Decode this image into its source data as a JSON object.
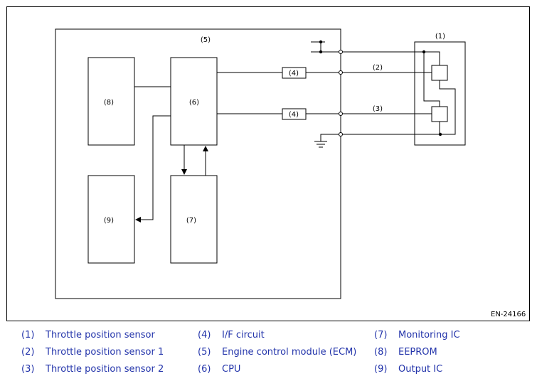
{
  "diagram": {
    "labels": {
      "sensor_block": "(1)",
      "ecm": "(5)",
      "cpu": "(6)",
      "eeprom": "(8)",
      "output_ic": "(9)",
      "monitoring_ic": "(7)",
      "if_circuit_1": "(4)",
      "if_circuit_2": "(4)",
      "signal_line_1": "(2)",
      "signal_line_2": "(3)"
    },
    "figure_code": "EN-24166"
  },
  "legend": [
    {
      "num": "(1)",
      "text": "Throttle position sensor"
    },
    {
      "num": "(2)",
      "text": "Throttle position sensor 1"
    },
    {
      "num": "(3)",
      "text": "Throttle position sensor 2"
    },
    {
      "num": "(4)",
      "text": "I/F circuit"
    },
    {
      "num": "(5)",
      "text": "Engine control module (ECM)"
    },
    {
      "num": "(6)",
      "text": "CPU"
    },
    {
      "num": "(7)",
      "text": "Monitoring IC"
    },
    {
      "num": "(8)",
      "text": "EEPROM"
    },
    {
      "num": "(9)",
      "text": "Output IC"
    }
  ],
  "colors": {
    "legend_text": "#2233aa",
    "line": "#000000"
  }
}
